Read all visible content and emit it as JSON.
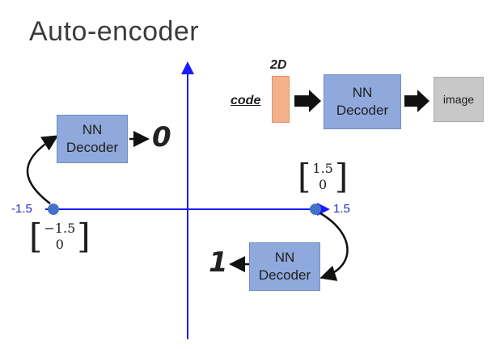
{
  "title": "Auto-encoder",
  "pipeline": {
    "twod_label": "2D",
    "code_label": "code",
    "decoder_line1": "NN",
    "decoder_line2": "Decoder",
    "output_label": "image"
  },
  "decoder_top": {
    "line1": "NN",
    "line2": "Decoder"
  },
  "decoder_bottom": {
    "line1": "NN",
    "line2": "Decoder"
  },
  "axis": {
    "left_tick": "-1.5",
    "right_tick": "1.5"
  },
  "vectors": {
    "left": {
      "top": "−1.5",
      "bottom": "0"
    },
    "right": {
      "top": "1.5",
      "bottom": "0"
    }
  },
  "outputs": {
    "top_digit": "0",
    "bottom_digit": "1"
  },
  "colors": {
    "axis": "#1a1aff",
    "point": "#4472c4",
    "decoder_fill": "#8fa9dc",
    "code_fill": "#f5b08c",
    "image_fill": "#c8c8c8"
  }
}
